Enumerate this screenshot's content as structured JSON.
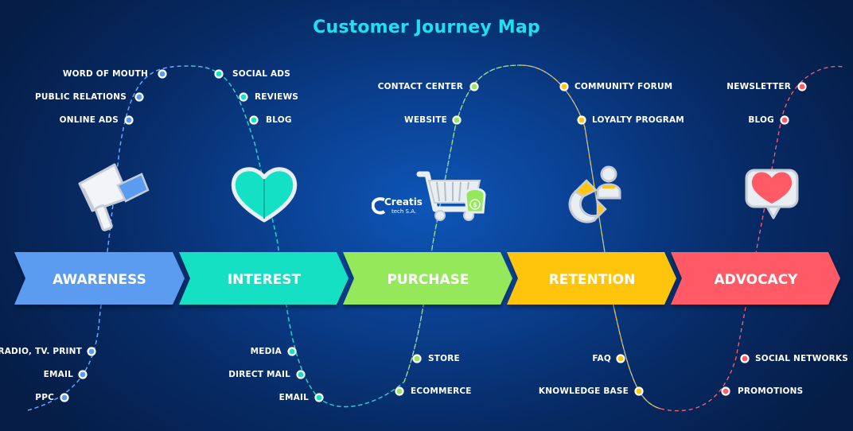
{
  "title": "Customer Journey Map",
  "colors": {
    "awareness": "#5b9cf0",
    "interest": "#13e0c4",
    "purchase": "#95e85a",
    "retention": "#ffc510",
    "advocacy": "#ff5a66",
    "title": "#1ee0f0"
  },
  "stages": [
    {
      "label": "AWARENESS",
      "icon": "megaphone-icon"
    },
    {
      "label": "INTEREST",
      "icon": "heart-icon"
    },
    {
      "label": "PURCHASE",
      "icon": "shopping-cart-icon"
    },
    {
      "label": "RETENTION",
      "icon": "magnet-user-icon"
    },
    {
      "label": "ADVOCACY",
      "icon": "heart-speech-bubble-icon"
    }
  ],
  "touchpoints": {
    "awareness_top": [
      "WORD OF MOUTH",
      "PUBLIC RELATIONS",
      "ONLINE ADS"
    ],
    "awareness_bottom": [
      "RADIO, TV. PRINT",
      "EMAIL",
      "PPC"
    ],
    "interest_top": [
      "SOCIAL ADS",
      "REVIEWS",
      "BLOG"
    ],
    "interest_bottom": [
      "MEDIA",
      "DIRECT MAIL",
      "EMAIL"
    ],
    "purchase_top": [
      "CONTACT CENTER",
      "WEBSITE"
    ],
    "purchase_bottom": [
      "STORE",
      "ECOMMERCE"
    ],
    "retention_top": [
      "COMMUNITY FORUM",
      "LOYALTY PROGRAM"
    ],
    "retention_bottom": [
      "FAQ",
      "KNOWLEDGE BASE"
    ],
    "advocacy_top": [
      "NEWSLETTER",
      "BLOG"
    ],
    "advocacy_bottom": [
      "SOCIAL NETWORKS",
      "PROMOTIONS"
    ]
  },
  "logo": {
    "brand": "Creatis",
    "sub": "tech S.A."
  }
}
